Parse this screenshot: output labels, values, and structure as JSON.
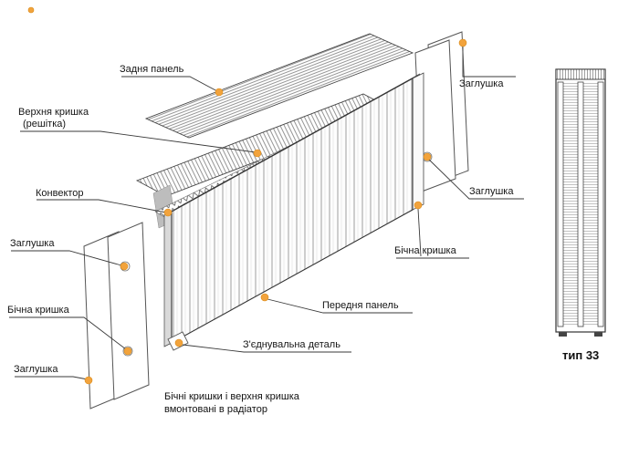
{
  "diagram": {
    "labels": {
      "back_panel": "Задня панель",
      "top_cover_line1": "Верхня кришка",
      "top_cover_line2": "(решітка)",
      "convector": "Конвектор",
      "plug_left_top": "Заглушка",
      "side_cover_left": "Бічна кришка",
      "plug_left_bottom": "Заглушка",
      "plug_right_top": "Заглушка",
      "plug_right_mid": "Заглушка",
      "side_cover_right": "Бічна кришка",
      "front_panel": "Передня панель",
      "connector": "З'єднувальна деталь",
      "note_line1": "Бічні кришки і верхня кришка",
      "note_line2": "вмонтовані в радіатор",
      "type": "тип 33"
    },
    "colors": {
      "marker": "#f2a33c",
      "leader": "#3a3a3a",
      "outline": "#444444"
    }
  }
}
